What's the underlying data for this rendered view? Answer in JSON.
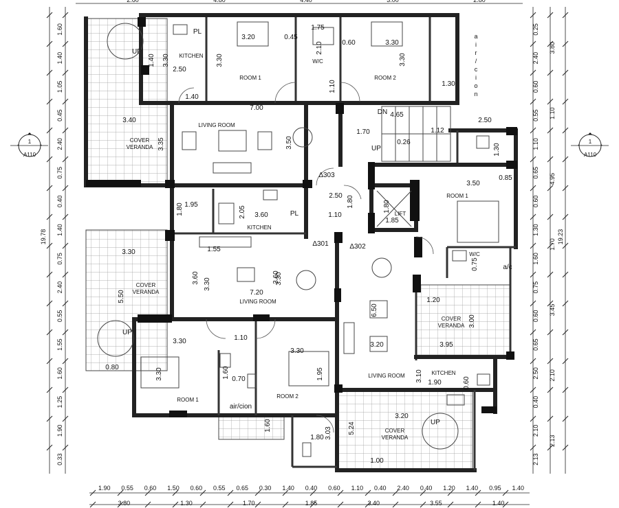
{
  "rooms": {
    "tl_kitchen": "KITCHEN",
    "tl_pl": "PL",
    "tl_room1": "ROOM 1",
    "tl_wc": "W/C",
    "tl_room2": "ROOM 2",
    "tl_living": "LIVING ROOM",
    "tl_veranda_a": "COVER",
    "tl_veranda_b": "VERANDA",
    "aircion_v": [
      "a",
      "i",
      "r",
      "/",
      "c",
      "i",
      "o",
      "n"
    ],
    "ml_kitchen": "KITCHEN",
    "ml_living": "LIVING ROOM",
    "ml_pl": "PL",
    "ml_veranda_a": "COVER",
    "ml_veranda_b": "VERANDA",
    "bl_room1": "ROOM 1",
    "bl_room2": "ROOM 2",
    "bl_aircion": "air/cion",
    "br_living": "LIVING ROOM",
    "br_kitchen": "KITCHEN",
    "br_veranda_a": "COVER",
    "br_veranda_b": "VERANDA",
    "rt_room1": "ROOM 1",
    "rt_wc": "W/C",
    "rt_ac": "a/c",
    "rt_veranda_a": "COVER",
    "rt_veranda_b": "VERANDA",
    "lift": "LIFT",
    "dn": "DN",
    "up": "UP",
    "up_spiral1": "UP",
    "up_spiral2": "UP",
    "up_spiral3": "UP",
    "d301": "Δ301",
    "d302": "Δ302",
    "d303": "Δ303"
  },
  "section_marker": {
    "number": "1",
    "sheet": "A110"
  },
  "dims_inner": [
    "3.20",
    "0.45",
    "1.75",
    "0.60",
    "3.30",
    "2.10",
    "3.30",
    "2.50",
    "3.30",
    "3.30",
    "1.40",
    "1.10",
    "1.30",
    "1.40",
    "7.00",
    "4.65",
    "3.40",
    "3.35",
    "3.50",
    "1.70",
    "1.12",
    "0.26",
    "2.50",
    "1.30",
    "0.85",
    "3.50",
    "1.95",
    "3.60",
    "2.05",
    "1.80",
    "2.50",
    "1.80",
    "1.80",
    "1.10",
    "1.85",
    "3.30",
    "3.30",
    "1.55",
    "3.60",
    "7.20",
    "3.60",
    "1.20",
    "3.00",
    "3.95",
    "6.50",
    "5.50",
    "3.20",
    "3.30",
    "1.10",
    "3.30",
    "3.30",
    "3.30",
    "1.95",
    "0.80",
    "1.60",
    "0.70",
    "1.60",
    "1.80",
    "3.03",
    "5.24",
    "3.20",
    "1.00",
    "3.10",
    "1.90",
    "0.60",
    "0.75"
  ],
  "dims_left": [
    "1.60",
    "1.40",
    "1.05",
    "0.45",
    "2.40",
    "0.75",
    "0.40",
    "1.40",
    "0.75",
    "2.40",
    "0.55",
    "1.55",
    "1.60",
    "1.25",
    "1.90",
    "0.33"
  ],
  "dims_left_total": "19.78",
  "dims_right_a": [
    "0.25",
    "2.40",
    "0.60",
    "0.55",
    "1.10",
    "0.65",
    "0.60",
    "1.30",
    "1.60",
    "0.75",
    "0.60",
    "0.65",
    "2.50",
    "0.40",
    "2.10",
    "2.13"
  ],
  "dims_right_b": [
    "3.80",
    "1.10",
    "4.95",
    "1.70",
    "3.45",
    "2.10",
    "2.13"
  ],
  "dims_right_total": "19.23",
  "dims_bottom_a": [
    "1.90",
    "0.55",
    "0.60",
    "1.50",
    "0.60",
    "0.55",
    "0.65",
    "0.30",
    "1.40",
    "0.40",
    "0.60",
    "1.10",
    "0.40",
    "2.40",
    "0.40",
    "1.20",
    "1.40",
    "0.95",
    "1.40"
  ],
  "dims_bottom_b": [
    "3.80",
    "1.30",
    "1.70",
    "1.85",
    "3.40",
    "3.55",
    "1.40"
  ],
  "dims_top": [
    "2.60",
    "4.80",
    "4.40",
    "3.00",
    "2.80"
  ]
}
